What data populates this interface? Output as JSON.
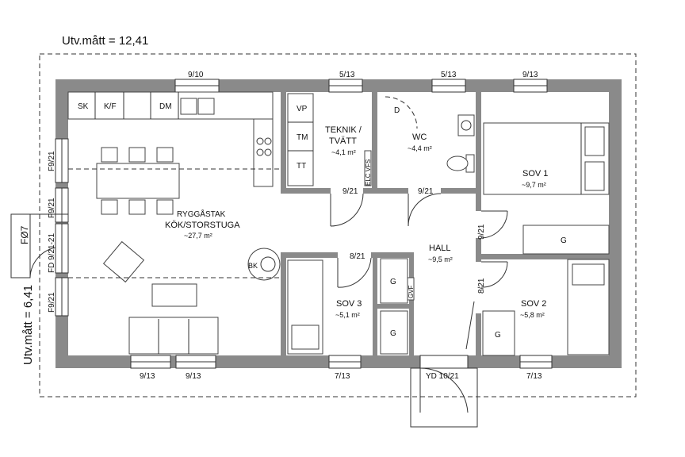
{
  "dimensions": {
    "outer_width": "Utv.mått = 12,41",
    "outer_height": "Utv.mått = 6,41"
  },
  "rooms": {
    "kitchen": {
      "note": "RYGGÅSTAK",
      "name": "KÖK/STORSTUGA",
      "area": "~27,7 m²"
    },
    "technical": {
      "name_line1": "TEKNIK /",
      "name_line2": "TVÄTT",
      "area": "~4,1 m²"
    },
    "wc": {
      "name": "WC",
      "area": "~4,4 m²"
    },
    "sov1": {
      "name": "SOV 1",
      "area": "~9,7 m²"
    },
    "hall": {
      "name": "HALL",
      "area": "~9,5 m²"
    },
    "sov3": {
      "name": "SOV 3",
      "area": "~5,1 m²"
    },
    "sov2": {
      "name": "SOV 2",
      "area": "~5,8 m²"
    }
  },
  "fixtures": {
    "sk": "SK",
    "kf": "K/F",
    "dm": "DM",
    "vp": "VP",
    "tm": "TM",
    "tt": "TT",
    "d": "D",
    "bk": "BK",
    "g_sov1": "G",
    "g_sov3_a": "G",
    "g_sov3_b": "G",
    "g_sov2": "G",
    "gvf": "GVF",
    "elc_vfs": "ELC VFS"
  },
  "windows": {
    "top_kitchen": "9/10",
    "top_tech": "5/13",
    "top_wc": "5/13",
    "top_sov1": "9/13",
    "left_1": "F9/21",
    "left_2": "F9/21",
    "left_3": "FD 9/21-21",
    "left_4": "F9/21",
    "bottom_1": "9/13",
    "bottom_2": "9/13",
    "bottom_sov3": "7/13",
    "bottom_sov2": "7/13",
    "f07": "FØ7"
  },
  "doors": {
    "tech": "9/21",
    "wc": "9/21",
    "sov3": "8/21",
    "sov1": "9/21",
    "sov2": "8/21",
    "entry": "YD 10/21"
  }
}
